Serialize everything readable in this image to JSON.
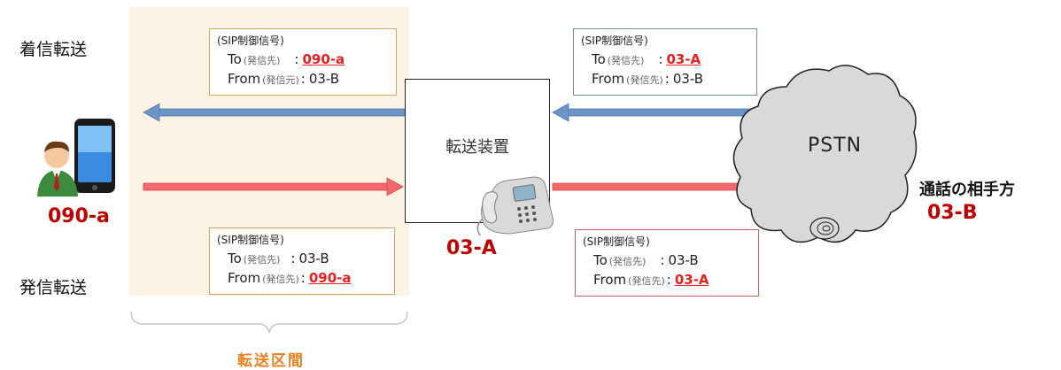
{
  "labels": {
    "incoming_forward": "着信転送",
    "outgoing_forward": "発信転送",
    "forward_section": "転送区間",
    "device": "転送装置",
    "pstn": "PSTN",
    "partner": "通話の相手方",
    "mobile_number": "090-a",
    "device_number": "03-A",
    "partner_number": "03-B"
  },
  "signals": {
    "incoming_left": {
      "header": "(SIP制御信号)",
      "to_key": "To",
      "to_sub": "(発信先)",
      "to_sep": ":",
      "to_value": "090-a",
      "from_key": "From",
      "from_sub": "(発信元)",
      "from_sep": ":",
      "from_value": "03-B"
    },
    "incoming_right": {
      "header": "(SIP制御信号)",
      "to_key": "To",
      "to_sub": "(発信先)",
      "to_sep": ":",
      "to_value": "03-A",
      "from_key": "From",
      "from_sub": "(発信先)",
      "from_sep": ":",
      "from_value": "03-B"
    },
    "outgoing_left": {
      "header": "(SIP制御信号)",
      "to_key": "To",
      "to_sub": "(発信先)",
      "to_sep": ":",
      "to_value": "03-B",
      "from_key": "From",
      "from_sub": "(発信先)",
      "from_sep": ":",
      "from_value": "090-a"
    },
    "outgoing_right": {
      "header": "(SIP制御信号)",
      "to_key": "To",
      "to_sub": "(発信先)",
      "to_sep": ":",
      "to_value": "03-B",
      "from_key": "From",
      "from_sub": "(発信先)",
      "from_sep": ":",
      "from_value": "03-A"
    }
  },
  "colors": {
    "incoming_arrow": "#6c95c6",
    "outgoing_arrow": "#f1696c",
    "highlight": "#e8201f",
    "number": "#c00000",
    "section": "#e8821e",
    "shade": "#fdf3e4"
  },
  "icons": [
    "person-with-smartphone-icon",
    "desk-phone-icon",
    "cloud-icon"
  ]
}
